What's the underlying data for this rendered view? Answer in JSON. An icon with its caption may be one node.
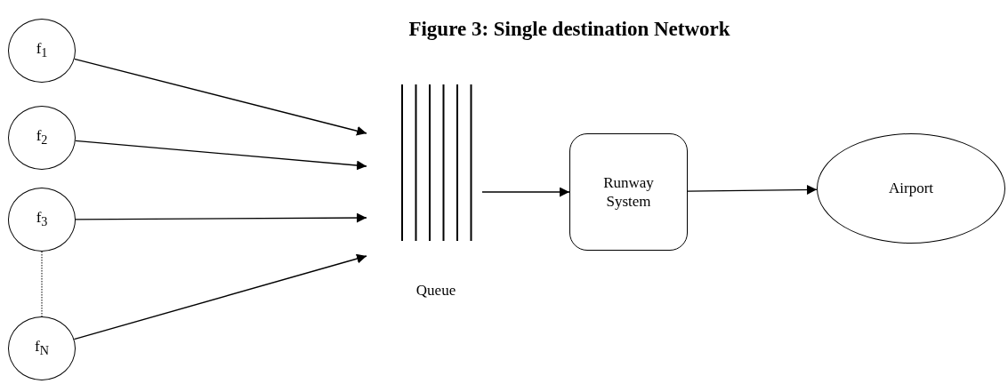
{
  "diagram": {
    "title": "Figure 3: Single destination Network",
    "nodes": [
      {
        "text": [
          "f$_{1}$"
        ]
      },
      {
        "text": [
          "f$_{2}$"
        ]
      },
      {
        "text": [
          "f$_{3}$"
        ]
      },
      {
        "text": [
          "f$_{N}$"
        ]
      },
      {
        "text": [],
        "shape": "bar",
        "beside": [
          "Queue"
        ]
      },
      {
        "text": [
          "Runway System"
        ]
      },
      {
        "text": [
          "Airport"
        ]
      }
    ],
    "edges": [
      {
        "from": 0,
        "to": 4,
        "arrow": "to"
      },
      {
        "from": 1,
        "to": 4,
        "arrow": "to"
      },
      {
        "from": 2,
        "to": 4,
        "arrow": "to"
      },
      {
        "from": 3,
        "to": 4,
        "arrow": "to"
      },
      {
        "from": 4,
        "to": 5,
        "arrow": "to"
      },
      {
        "from": 5,
        "to": 6,
        "arrow": "to"
      },
      {
        "from": 2,
        "to": 3,
        "arrow": "none",
        "style": "dashed"
      }
    ]
  }
}
